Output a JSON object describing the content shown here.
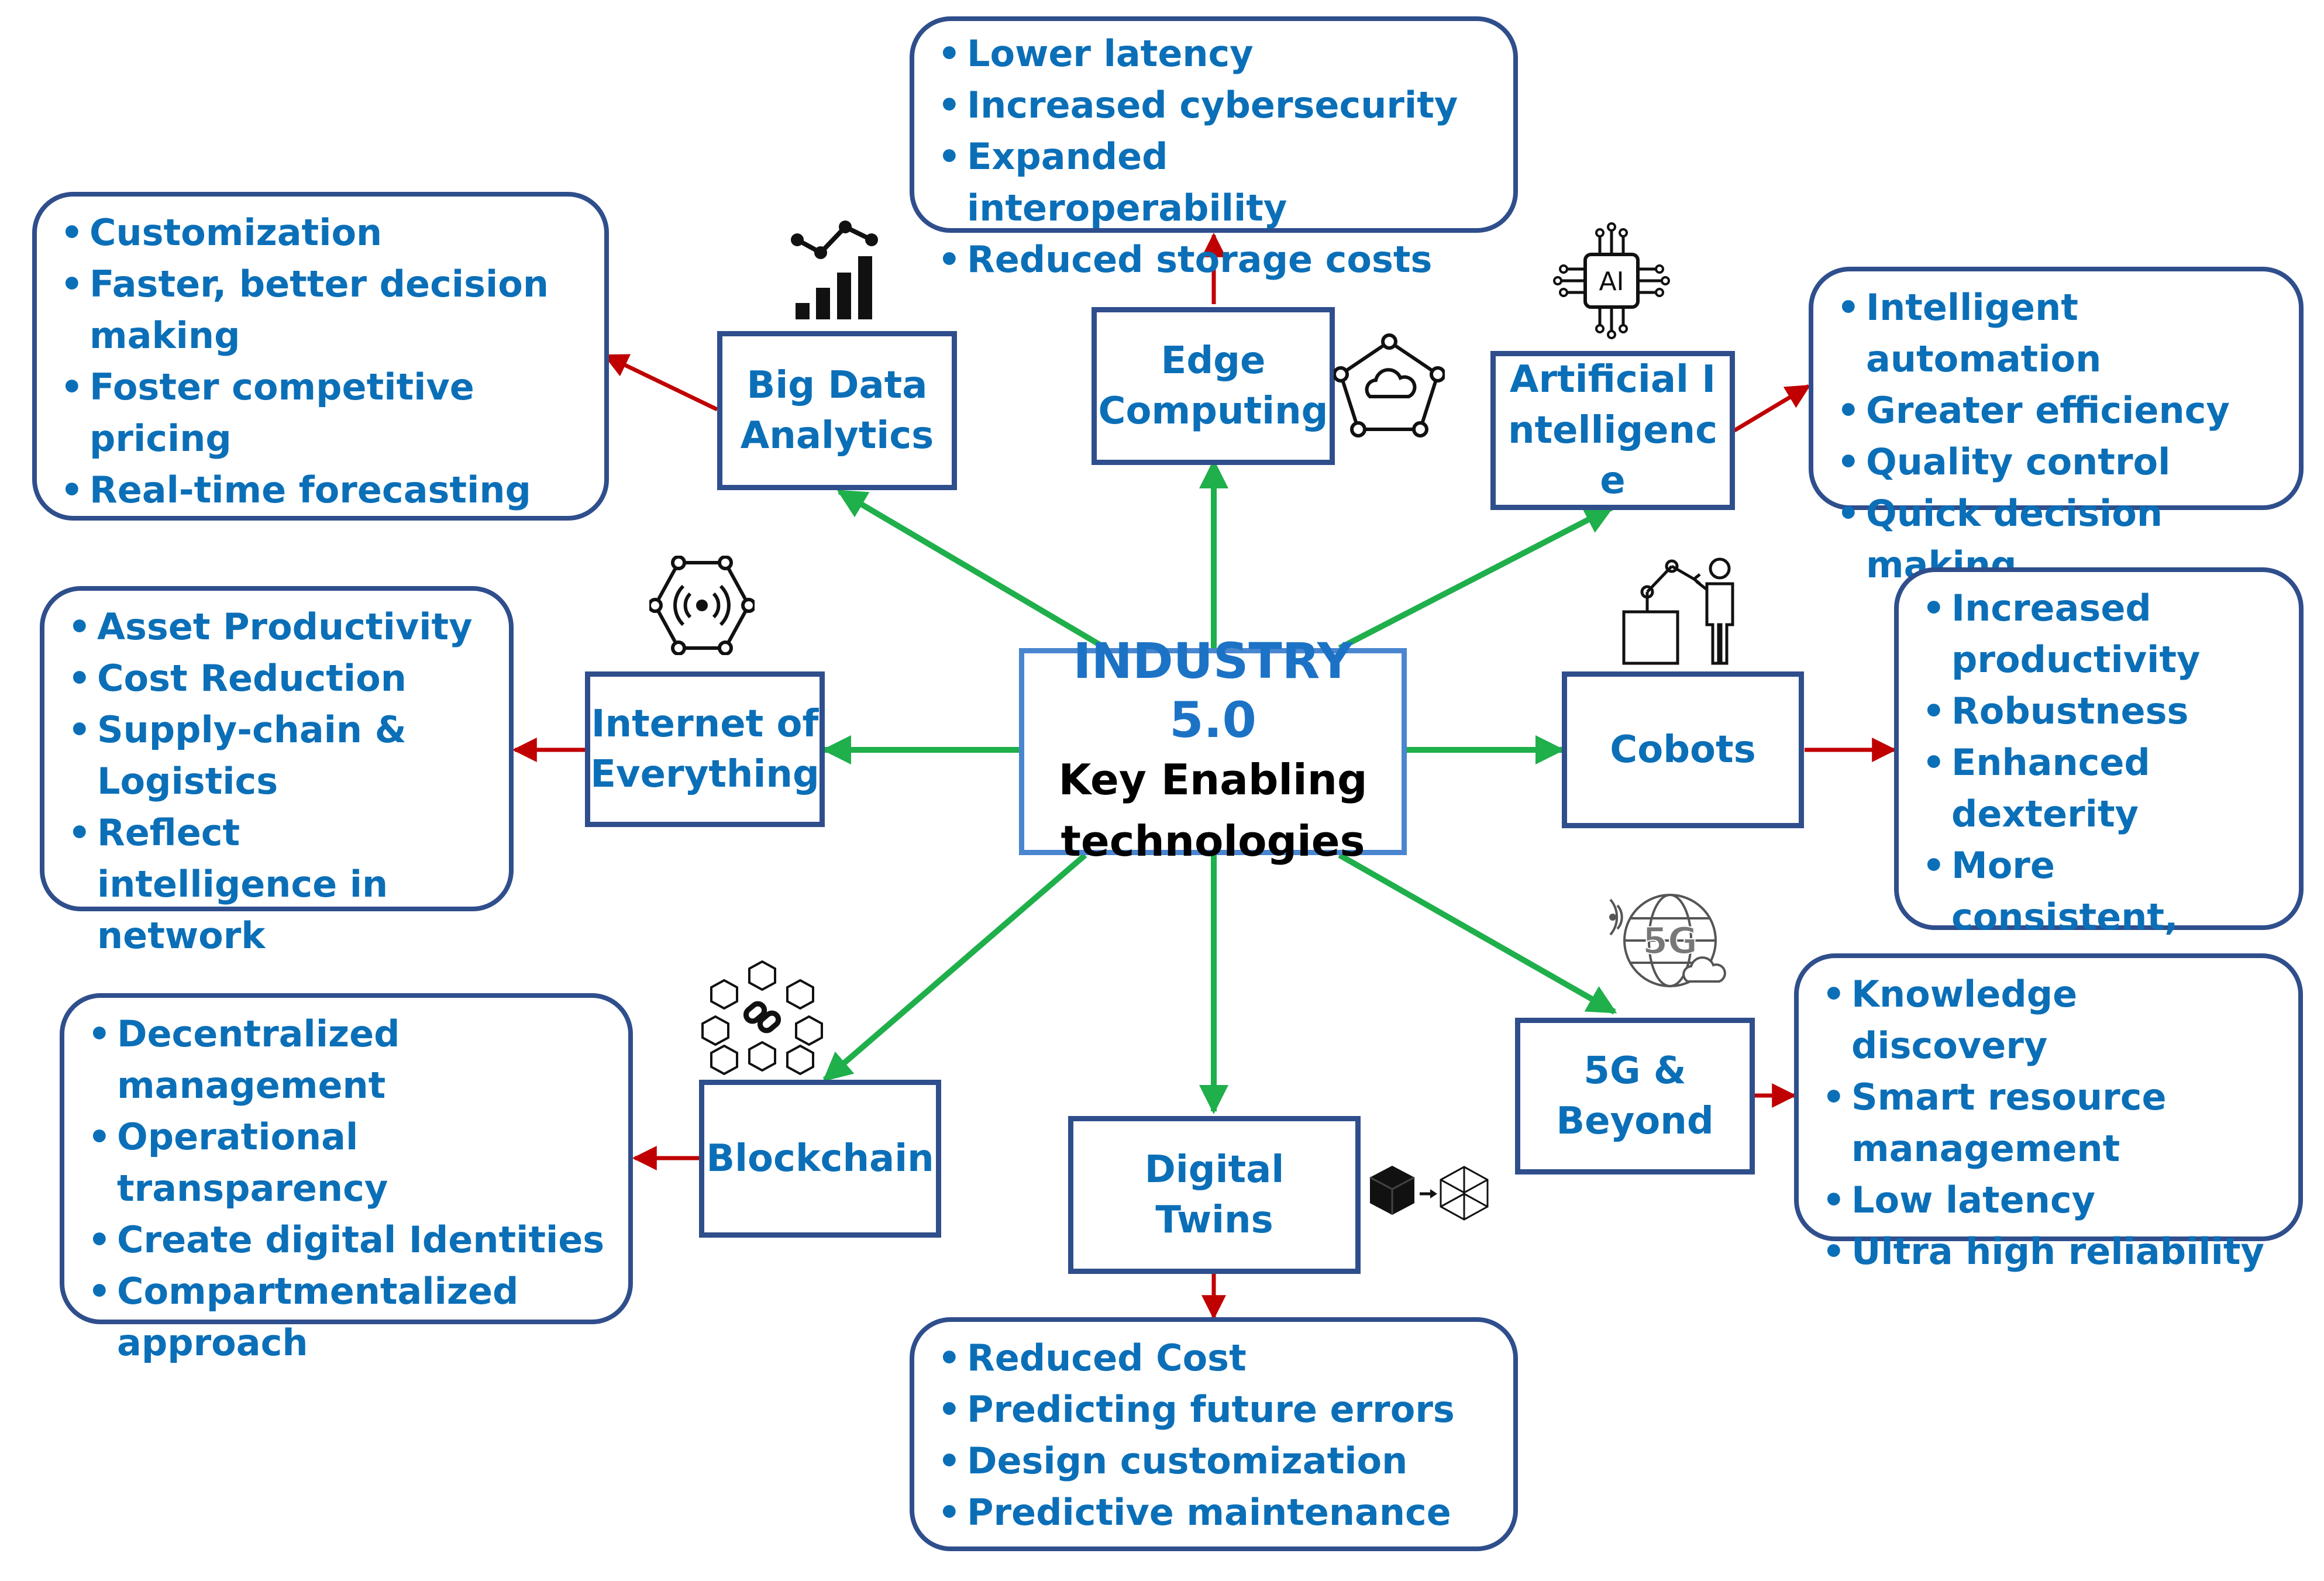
{
  "center": {
    "title": "INDUSTRY 5.0",
    "subtitle_line1": "Key Enabling",
    "subtitle_line2": "technologies"
  },
  "technologies": {
    "big_data": {
      "label": "Big Data Analytics",
      "icon": "bar-chart-trend-icon",
      "benefits": [
        "Customization",
        "Faster, better decision making",
        "Foster competitive pricing",
        "Real-time forecasting"
      ]
    },
    "edge": {
      "label": "Edge Computing",
      "icon": "cloud-network-icon",
      "benefits": [
        "Lower latency",
        "Increased cybersecurity",
        "Expanded interoperability",
        "Reduced storage costs"
      ]
    },
    "ai": {
      "label": "Artificial Intelligence",
      "icon": "ai-chip-icon",
      "benefits": [
        "Intelligent automation",
        "Greater efficiency",
        "Quality control",
        "Quick decision making"
      ]
    },
    "ioe": {
      "label": "Internet of Everything",
      "icon": "wireless-network-icon",
      "benefits": [
        "Asset Productivity",
        "Cost Reduction",
        "Supply-chain & Logistics",
        "Reflect intelligence in network"
      ]
    },
    "cobots": {
      "label": "Cobots",
      "icon": "robot-arm-human-icon",
      "benefits": [
        "Increased productivity",
        "Robustness",
        "Enhanced dexterity",
        "More consistent, accurate"
      ]
    },
    "blockchain": {
      "label": "Blockchain",
      "icon": "blockchain-blocks-icon",
      "benefits": [
        "Decentralized management",
        "Operational transparency",
        "Create digital Identities",
        "Compartmentalized approach"
      ]
    },
    "digital_twins": {
      "label": "Digital Twins",
      "icon": "cube-to-wireframe-icon",
      "benefits": [
        "Reduced Cost",
        "Predicting future errors",
        "Design customization",
        "Predictive maintenance"
      ]
    },
    "5g": {
      "label": "5G & Beyond",
      "icon": "5g-globe-icon",
      "icon_text": "5G",
      "benefits": [
        "Knowledge discovery",
        "Smart resource management",
        "Low latency",
        "Ultra high reliability"
      ]
    }
  },
  "colors": {
    "node_border": "#2F4E8C",
    "center_border": "#4A86CF",
    "text_blue": "#0B6FB8",
    "green_arrow": "#1FAF4B",
    "red_arrow": "#C00000"
  }
}
